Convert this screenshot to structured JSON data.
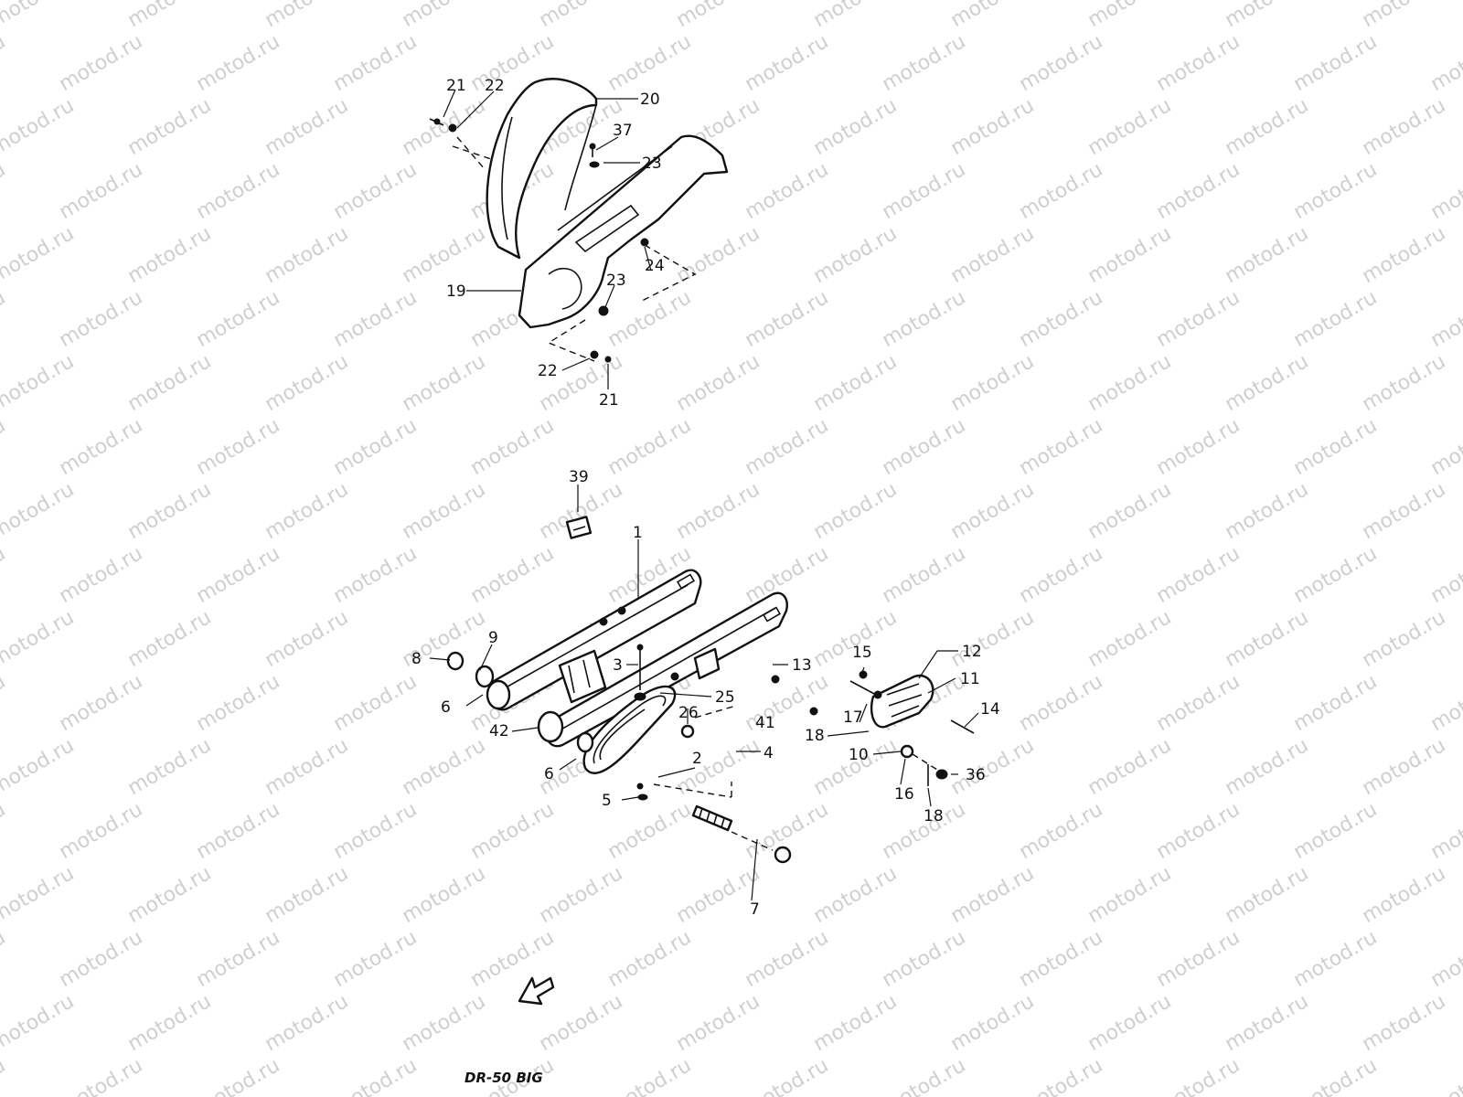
{
  "watermark_text": "motod.ru",
  "model_label": "DR-50 BIG",
  "callouts": [
    {
      "id": "c21a",
      "text": "21"
    },
    {
      "id": "c22a",
      "text": "22"
    },
    {
      "id": "c20",
      "text": "20"
    },
    {
      "id": "c37",
      "text": "37"
    },
    {
      "id": "c23a",
      "text": "23"
    },
    {
      "id": "c24",
      "text": "24"
    },
    {
      "id": "c23b",
      "text": "23"
    },
    {
      "id": "c19",
      "text": "19"
    },
    {
      "id": "c22b",
      "text": "22"
    },
    {
      "id": "c21b",
      "text": "21"
    },
    {
      "id": "c39",
      "text": "39"
    },
    {
      "id": "c1",
      "text": "1"
    },
    {
      "id": "c9",
      "text": "9"
    },
    {
      "id": "c8",
      "text": "8"
    },
    {
      "id": "c3",
      "text": "3"
    },
    {
      "id": "c6a",
      "text": "6"
    },
    {
      "id": "c25",
      "text": "25"
    },
    {
      "id": "c13",
      "text": "13"
    },
    {
      "id": "c15",
      "text": "15"
    },
    {
      "id": "c12",
      "text": "12"
    },
    {
      "id": "c11",
      "text": "11"
    },
    {
      "id": "c42",
      "text": "42"
    },
    {
      "id": "c26",
      "text": "26"
    },
    {
      "id": "c41",
      "text": "41"
    },
    {
      "id": "c17",
      "text": "17"
    },
    {
      "id": "c14",
      "text": "14"
    },
    {
      "id": "c18a",
      "text": "18"
    },
    {
      "id": "c2",
      "text": "2"
    },
    {
      "id": "c4",
      "text": "4"
    },
    {
      "id": "c10",
      "text": "10"
    },
    {
      "id": "c6b",
      "text": "6"
    },
    {
      "id": "c36",
      "text": "36"
    },
    {
      "id": "c16",
      "text": "16"
    },
    {
      "id": "c18b",
      "text": "18"
    },
    {
      "id": "c5",
      "text": "5"
    },
    {
      "id": "c7",
      "text": "7"
    }
  ],
  "icons": [
    "rear-fender",
    "chain-guard",
    "swingarm",
    "chain",
    "footpeg",
    "direction-arrow-icon"
  ]
}
